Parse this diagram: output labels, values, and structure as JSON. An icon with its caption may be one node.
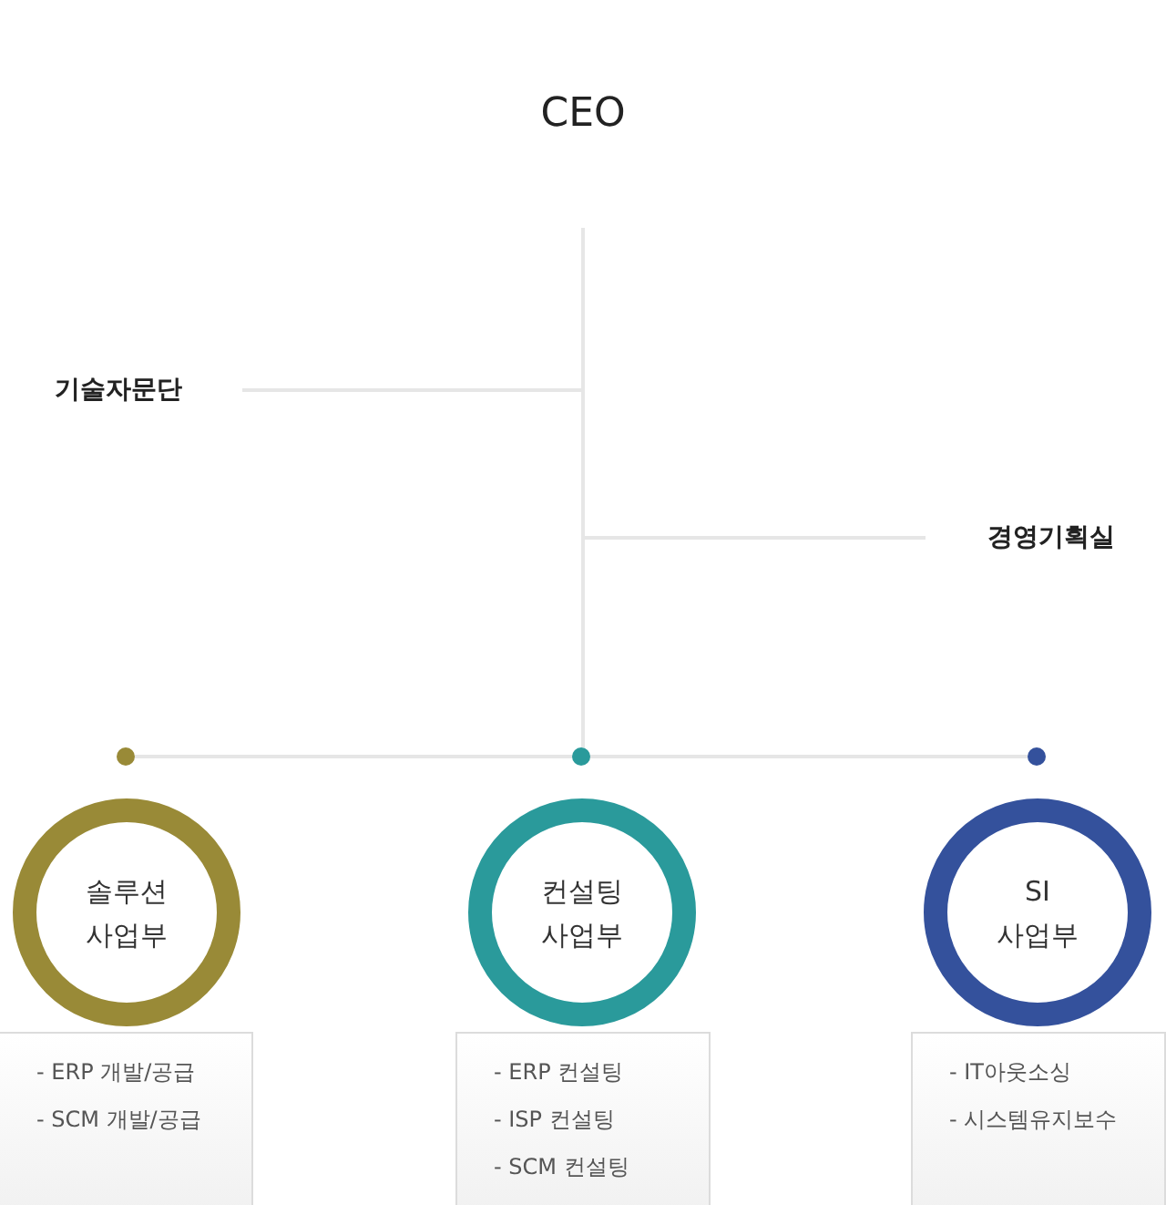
{
  "diagram": {
    "nodes": [
      {
        "text": [
          "CEO"
        ]
      },
      {
        "text": [
          "기술자문단"
        ]
      },
      {
        "text": [
          "경영기획실"
        ]
      },
      {
        "text": [],
        "shape": "circle"
      },
      {
        "text": [],
        "shape": "circle"
      },
      {
        "text": [],
        "shape": "circle"
      },
      {
        "text": [
          "솔루션 사업부"
        ]
      },
      {
        "text": [
          "컨설팅 사업부"
        ]
      },
      {
        "text": [
          "SI 사업부"
        ]
      },
      {
        "text": [
          "- ERP 개발/공급",
          "- SCM 개발/공급"
        ]
      },
      {
        "text": [
          "- ERP 컨설팅",
          "- ISP 컨설팅",
          "- SCM 컨설팅"
        ]
      },
      {
        "text": [
          "- IT아웃소싱",
          "- 시스템유지보수"
        ]
      }
    ],
    "edges": [
      {
        "from": 0,
        "to": 1,
        "arrow": "none"
      },
      {
        "from": 0,
        "to": 2,
        "arrow": "none"
      },
      {
        "from": 0,
        "to": 3,
        "arrow": "none"
      },
      {
        "from": 0,
        "to": 4,
        "arrow": "none"
      },
      {
        "from": 0,
        "to": 5,
        "arrow": "none"
      }
    ]
  }
}
